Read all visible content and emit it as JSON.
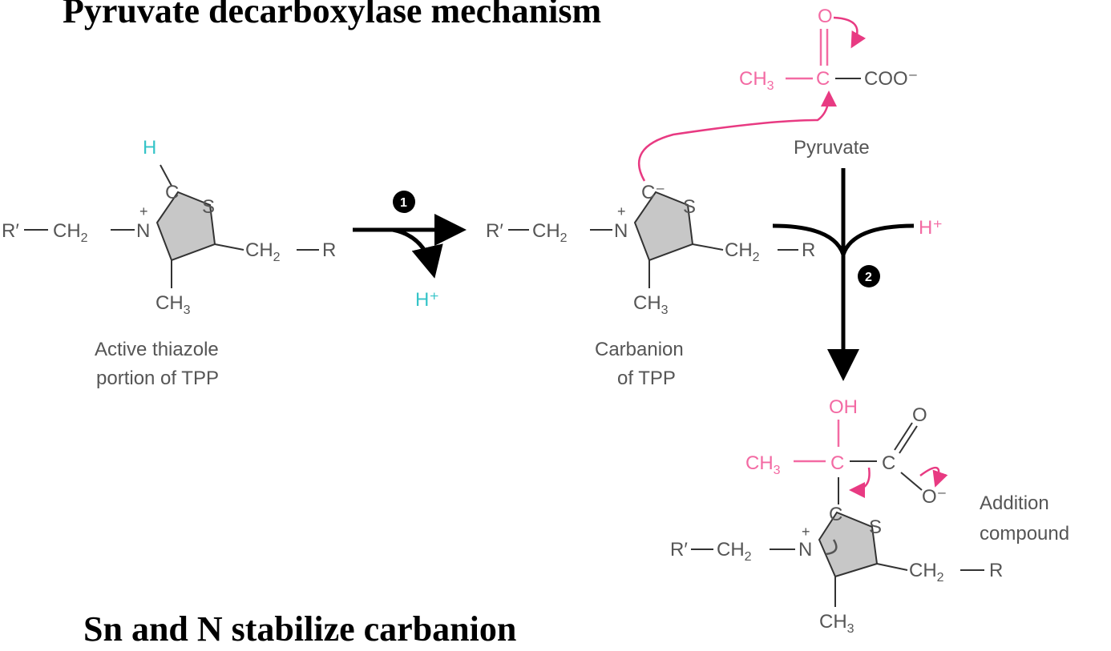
{
  "title": "Pyruvate decarboxylase mechanism",
  "bottom_title": "Sn and N stabilize carbanion",
  "colors": {
    "pink": "#f36aa3",
    "cyan": "#35c4c8",
    "ring_fill": "#c7c7c7",
    "black": "#000000"
  },
  "structures": {
    "thiazole": {
      "caption_line1": "Active thiazole",
      "caption_line2": "portion of TPP",
      "h": "H"
    },
    "carbanion": {
      "caption_line1": "Carbanion",
      "caption_line2": "of TPP"
    },
    "pyruvate": {
      "caption": "Pyruvate",
      "o": "O",
      "c": "C",
      "ch3": "CH",
      "ch3_sub": "3",
      "coo": "COO⁻"
    },
    "addition": {
      "caption_line1": "Addition",
      "caption_line2": "compound",
      "oh": "OH",
      "o": "O",
      "o_minus": "O⁻",
      "c": "C",
      "ch3": "CH",
      "ch3_sub": "3"
    }
  },
  "atoms": {
    "r_prime": "R′",
    "ch2": "CH",
    "sub2": "2",
    "n": "N",
    "plus": "+",
    "c": "C",
    "s": "S",
    "ch3": "CH",
    "sub3": "3",
    "r": "R",
    "c_anion": "C⁻",
    "r_prime_cut": "R′"
  },
  "steps": {
    "step1": "1",
    "step2": "2"
  },
  "byproducts": {
    "h_plus_1": "H⁺",
    "h_plus_2": "H⁺"
  }
}
